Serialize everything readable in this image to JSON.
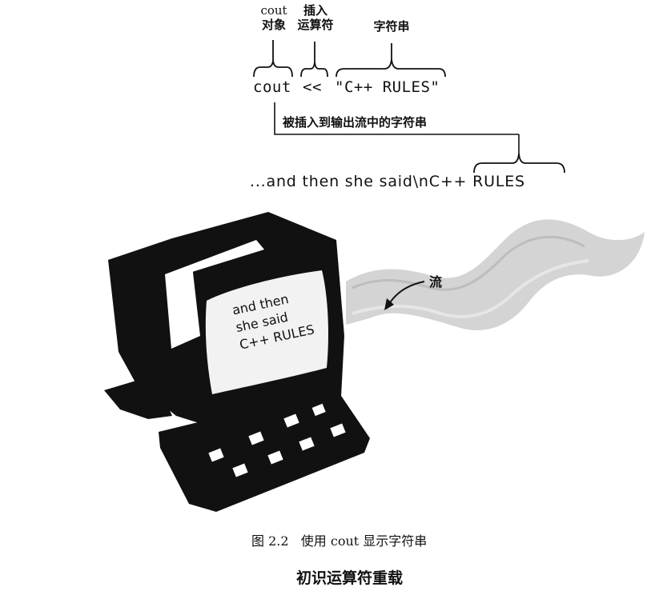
{
  "labels": {
    "cout_object_line1": "cout",
    "cout_object_line2": "对象",
    "insertion_line1": "插入",
    "insertion_line2": "运算符",
    "string_label": "字符串",
    "inserted_string_label": "被插入到输出流中的字符串",
    "stream_label": "流"
  },
  "code": {
    "cout": "cout",
    "operator": "<<",
    "string_literal": "\"C++ RULES\"",
    "output_line": "...and then she said\\nC++ RULES"
  },
  "screen_text": [
    "and then",
    "she said",
    "C++ RULES"
  ],
  "caption": "图 2.2   使用 cout 显示字符串",
  "section_heading": "初识运算符重载",
  "colors": {
    "ink": "#111111",
    "stream": "#cfcfcf",
    "screen": "#f2f2f2"
  }
}
